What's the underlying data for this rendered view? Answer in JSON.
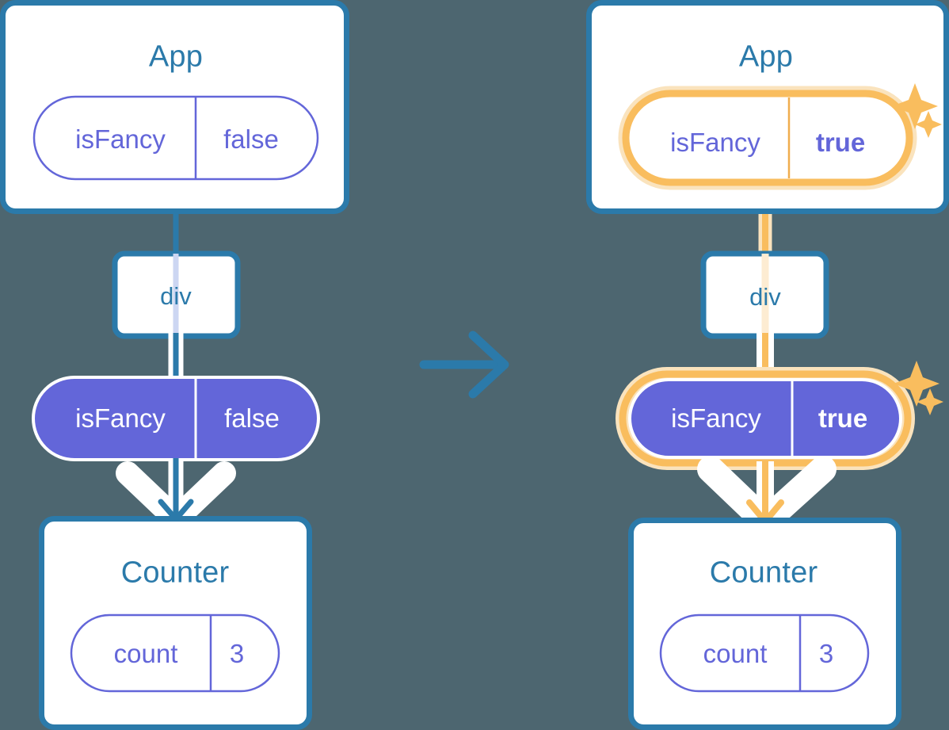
{
  "diagram": {
    "title_semantic": "react-state-propagation-before-after",
    "background_color": "#4d6670",
    "colors": {
      "box_border_blue": "#2b7aaa",
      "box_fill_white": "#ffffff",
      "heading_blue": "#2b7aaa",
      "pill_purple": "#6366d9",
      "pill_text_white": "#ffffff",
      "pill_outline_text": "#6366d9",
      "highlight_orange": "#f9bd5e",
      "highlight_orange_glow": "#fae3bd",
      "highlight_orange_pale": "#fdecd2",
      "connector_blue": "#2b7aaa",
      "connector_pale_blue": "#ccd6f2",
      "arrow_halo_white": "#ffffff",
      "transition_arrow_blue": "#2b7aaa"
    }
  },
  "before": {
    "app": {
      "heading": "App",
      "state_pill": {
        "name": "isFancy",
        "value": "false",
        "style": "outline",
        "highlighted": false
      }
    },
    "div": {
      "label": "div"
    },
    "prop_pill": {
      "name": "isFancy",
      "value": "false",
      "style": "solid",
      "highlighted": false
    },
    "counter": {
      "heading": "Counter",
      "state_pill": {
        "name": "count",
        "value": "3",
        "style": "outline",
        "highlighted": false
      }
    }
  },
  "transition": {
    "icon": "arrow-right-icon",
    "direction": "right"
  },
  "after": {
    "app": {
      "heading": "App",
      "state_pill": {
        "name": "isFancy",
        "value": "true",
        "style": "outline",
        "highlighted": true,
        "value_bold": true
      },
      "sparkles": [
        "sparkle-large",
        "sparkle-small"
      ]
    },
    "div": {
      "label": "div"
    },
    "prop_pill": {
      "name": "isFancy",
      "value": "true",
      "style": "solid",
      "highlighted": true,
      "value_bold": true
    },
    "counter": {
      "heading": "Counter",
      "state_pill": {
        "name": "count",
        "value": "3",
        "style": "outline",
        "highlighted": false
      }
    },
    "sparkles": [
      "sparkle-large",
      "sparkle-small"
    ]
  }
}
